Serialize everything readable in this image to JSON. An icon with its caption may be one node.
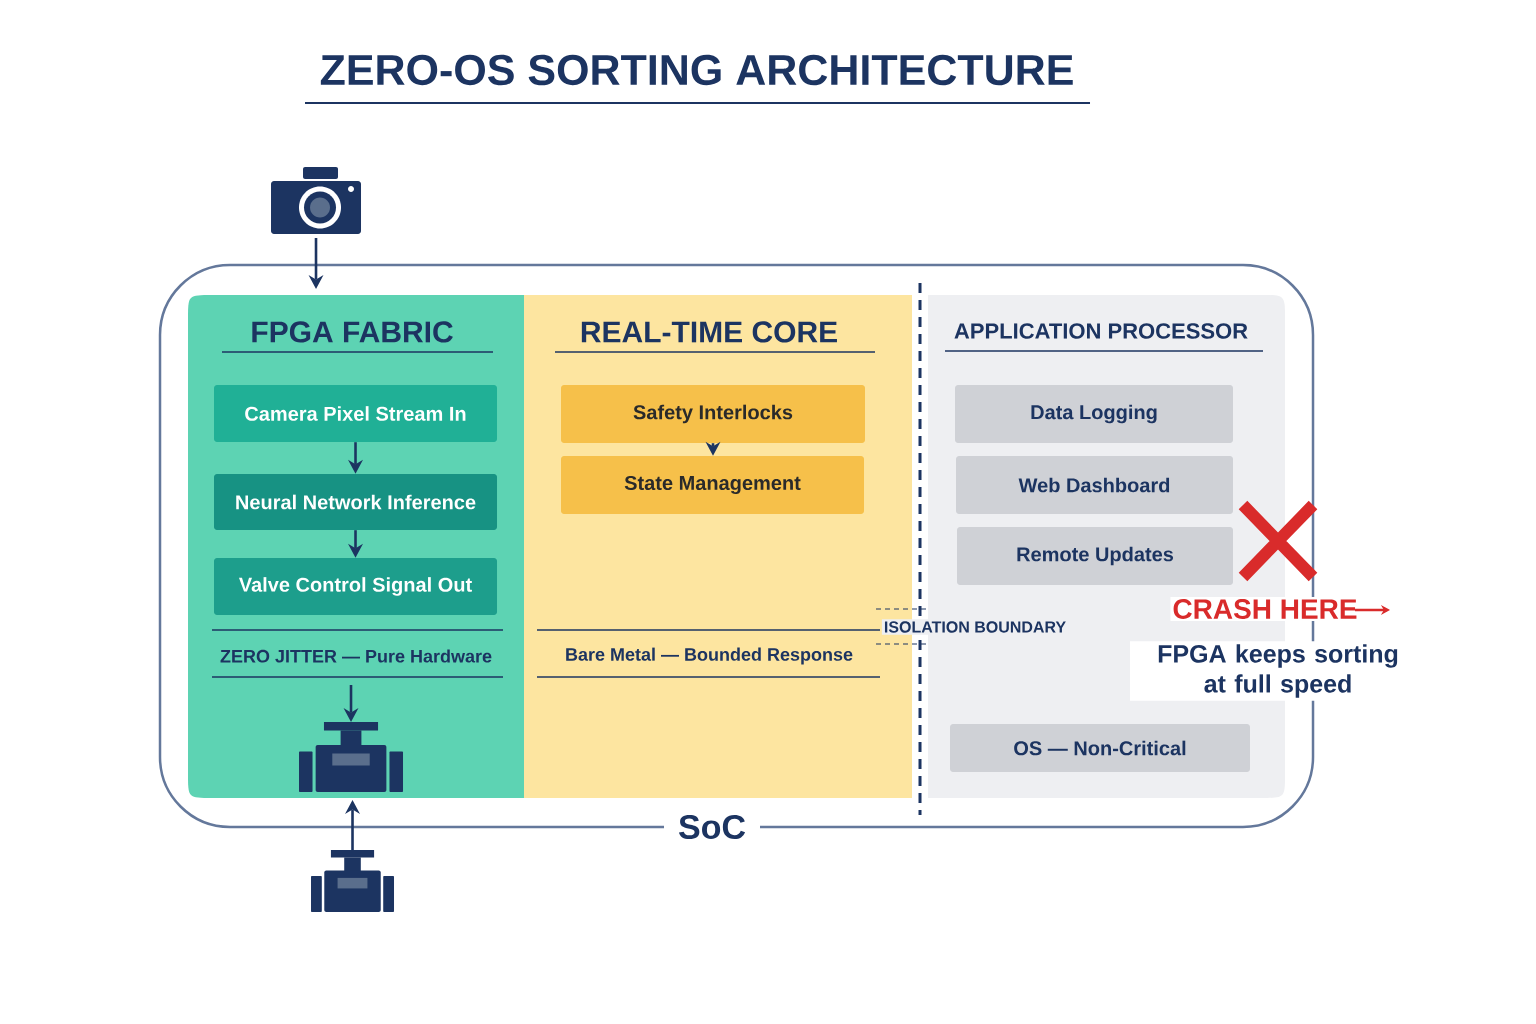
{
  "diagram": {
    "title": "ZERO-OS SORTING ARCHITECTURE",
    "nodes": [
      {
        "text": [
          "SoC"
        ]
      },
      {
        "text": [
          "FPGA FABRIC",
          "ZERO JITTER — Pure Hardware"
        ],
        "in": 0
      },
      {
        "text": [
          "Camera Pixel Stream In"
        ],
        "in": 1
      },
      {
        "text": [
          "Neural Network Inference"
        ],
        "in": 1
      },
      {
        "text": [
          "Valve Control Signal Out"
        ],
        "in": 1
      },
      {
        "text": [
          "REAL-TIME CORE",
          "Bare Metal — Bounded Response"
        ],
        "in": 0
      },
      {
        "text": [
          "Safety Interlocks"
        ],
        "in": 5
      },
      {
        "text": [
          "State Management"
        ],
        "in": 5
      },
      {
        "text": [
          "APPLICATION PROCESSOR"
        ],
        "in": 0
      },
      {
        "text": [
          "Data Logging"
        ],
        "in": 8
      },
      {
        "text": [
          "Web Dashboard"
        ],
        "in": 8
      },
      {
        "text": [
          "Remote Updates"
        ],
        "in": 8
      },
      {
        "text": [
          "OS — Non-Critical"
        ],
        "in": 8
      },
      {
        "text": [],
        "shape": "picture"
      },
      {
        "text": [],
        "shape": "picture",
        "in": 1
      },
      {
        "text": [],
        "shape": "picture"
      }
    ],
    "edges": [
      {
        "from": 13,
        "to": 1,
        "arrow": "to"
      },
      {
        "from": 2,
        "to": 3,
        "arrow": "to"
      },
      {
        "from": 3,
        "to": 4,
        "arrow": "to"
      },
      {
        "from": null,
        "to": 14,
        "arrow": "to"
      },
      {
        "from": 15,
        "to": 14,
        "arrow": "to"
      },
      {
        "from": 6,
        "to": 7,
        "arrow": "to"
      }
    ],
    "labels": [
      "ISOLATION BOUNDARY",
      "CRASH HERE",
      "FPGA keeps sorting at full speed"
    ]
  }
}
